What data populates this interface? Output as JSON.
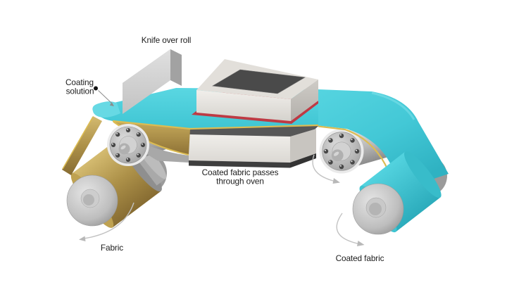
{
  "labels": {
    "knife_over_roll": "Knife over roll",
    "coating_solution_line1": "Coating",
    "coating_solution_line2": "solution",
    "oven_caption_line1": "Coated fabric passes",
    "oven_caption_line2": "through oven",
    "fabric": "Fabric",
    "coated_fabric": "Coated fabric"
  },
  "colors": {
    "background": "#FFFFFF",
    "coated_fabric_teal": "#4ACBD8",
    "uncoated_fabric_gold": "#B3954A",
    "fabric_edge_yellow": "#DCBC52",
    "coating_solution_teal": "#67D9E4",
    "oven_heater_red": "#BE3A44",
    "oven_panel_dark": "#4A4A4A",
    "machine_gray": "#C9C9C9",
    "label_text": "#1C1C1C",
    "arrow_gray": "#BDBDBD"
  }
}
